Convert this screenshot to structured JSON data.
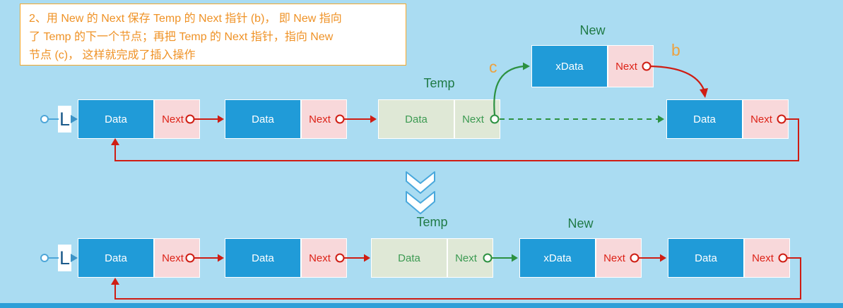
{
  "note": {
    "lines": [
      "2、用 New 的 Next 保存 Temp 的 Next 指针 (b)， 即 New 指向",
      "了 Temp 的下一个节点；再把 Temp 的 Next 指针，指向 New",
      "节点 (c)， 这样就完成了插入操作"
    ]
  },
  "colors": {
    "background": "#aadcf2",
    "node_blue": "#209bd8",
    "node_pink": "#f8d8da",
    "node_green_bg": "#dfe8d6",
    "green_text": "#3c9a52",
    "green_label": "#1f7a46",
    "red_text": "#dd2318",
    "arrow_red": "#cf1d13",
    "arrow_green": "#2c9141",
    "note_orange": "#ef9226",
    "head_blue": "#4ea6d8",
    "bottom_bar_blue": "#2d9fd8"
  },
  "top_diagram": {
    "head_label": "L",
    "node1": {
      "data": "Data",
      "next": "Next"
    },
    "node2": {
      "data": "Data",
      "next": "Next"
    },
    "temp": {
      "label": "Temp",
      "data": "Data",
      "next": "Next"
    },
    "new": {
      "label": "New",
      "data": "xData",
      "next": "Next"
    },
    "last": {
      "data": "Data",
      "next": "Next"
    },
    "pointer_labels": {
      "b": "b",
      "c": "c"
    }
  },
  "bottom_diagram": {
    "head_label": "L",
    "node1": {
      "data": "Data",
      "next": "Next"
    },
    "node2": {
      "data": "Data",
      "next": "Next"
    },
    "temp": {
      "label": "Temp",
      "data": "Data",
      "next": "Next"
    },
    "new": {
      "label": "New",
      "data": "xData",
      "next": "Next"
    },
    "last": {
      "data": "Data",
      "next": "Next"
    }
  }
}
